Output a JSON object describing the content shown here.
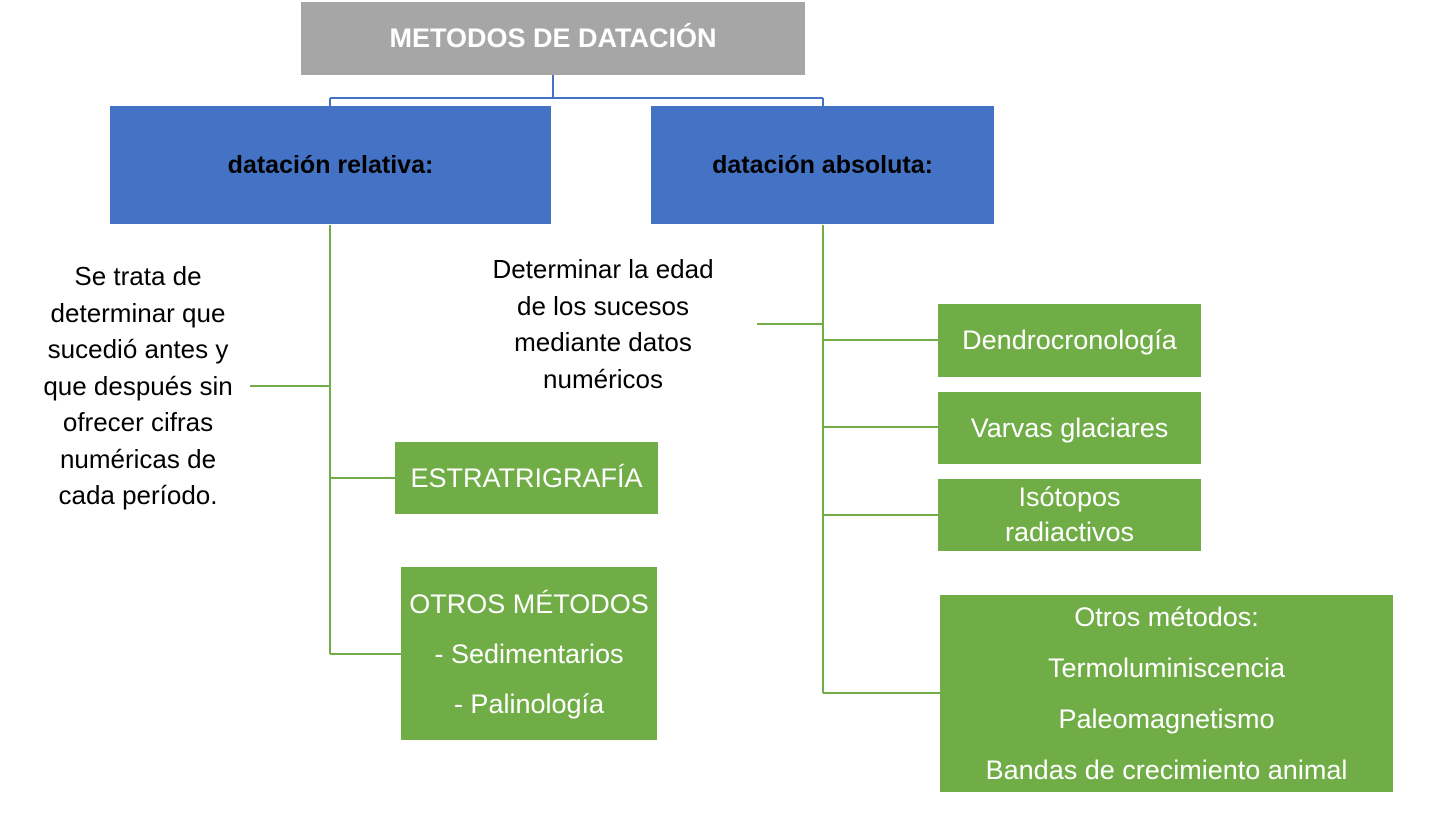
{
  "root": {
    "title": "METODOS DE DATACIÓN"
  },
  "relative": {
    "title": "datación relativa:",
    "description": [
      "Se trata de",
      "determinar que",
      "sucedió antes y",
      "que después sin",
      "ofrecer cifras",
      "numéricas de",
      "cada período."
    ],
    "estratigrafia": "ESTRATRIGRAFÍA",
    "otros": [
      "OTROS MÉTODOS",
      "- Sedimentarios",
      "- Palinología"
    ]
  },
  "absolute": {
    "title": "datación absoluta:",
    "description": [
      "Determinar la edad",
      "de los sucesos",
      "mediante datos",
      "numéricos"
    ],
    "dendro": "Dendrocronología",
    "varvas": "Varvas glaciares",
    "isotopos": [
      "Isótopos",
      "radiactivos"
    ],
    "otros": [
      "Otros métodos:",
      "Termoluminiscencia",
      "Paleomagnetismo",
      "Bandas de crecimiento animal"
    ]
  },
  "colors": {
    "root": "#a6a6a6",
    "blue": "#4472c4",
    "green": "#70ad47",
    "connector_blue": "#4472c4",
    "connector_green": "#70ad47"
  }
}
